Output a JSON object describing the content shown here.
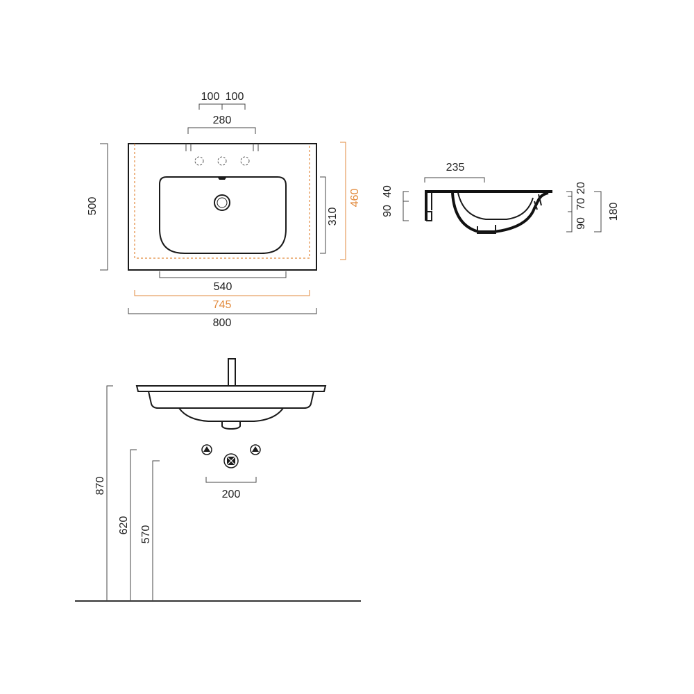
{
  "colors": {
    "outline": "#1a1a1a",
    "dimension_line": "#444444",
    "accent_orange": "#e28a3c"
  },
  "plan_view": {
    "hole_spacing_left": "100",
    "hole_spacing_right": "100",
    "hole_span": "280",
    "depth": "500",
    "bowl_depth": "310",
    "inner_depth": "460",
    "bowl_width": "540",
    "inner_width": "745",
    "overall_width": "800"
  },
  "section_view": {
    "width_235": "235",
    "left_stack_40": "40",
    "left_stack_90": "90",
    "right_stack_20": "20",
    "right_stack_70": "70",
    "right_stack_90": "90",
    "total_height": "180"
  },
  "front_view": {
    "height_rim": "870",
    "height_supply": "620",
    "height_waste": "570",
    "supply_spacing": "200"
  }
}
